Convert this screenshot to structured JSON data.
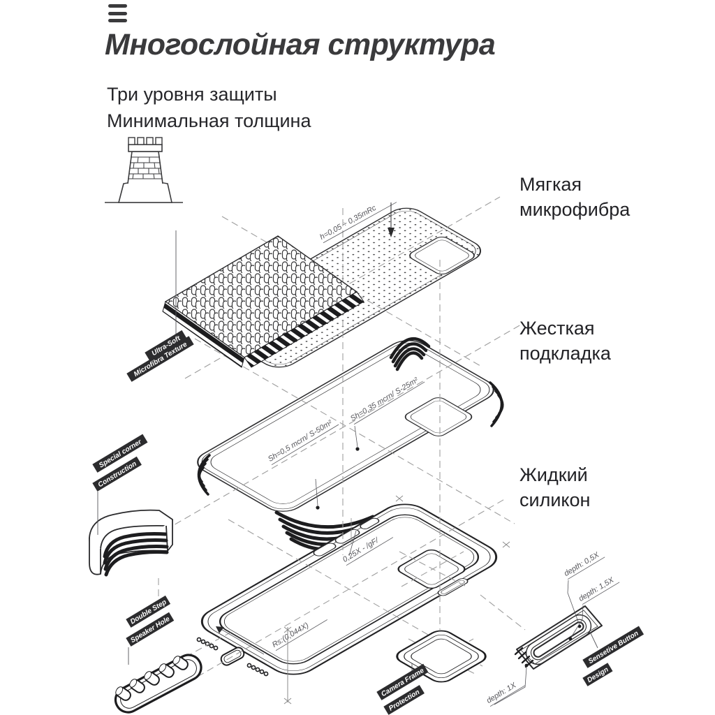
{
  "header": {
    "title": "Многослойная структура",
    "subtitle": [
      "Три уровня защиты",
      "Минимальная толщина"
    ]
  },
  "layer_labels": [
    {
      "line1": "Мягкая",
      "line2": "микрофибра"
    },
    {
      "line1": "Жесткая",
      "line2": "подкладка"
    },
    {
      "line1": "Жидкий",
      "line2": "силикон"
    }
  ],
  "tags": {
    "ultra_soft_1": "Ultra-Soft",
    "ultra_soft_2": "Microfibra Texture",
    "corner_1": "Special corner",
    "corner_2": "Construction",
    "speaker_1": "Double Step",
    "speaker_2": "Speaker Hole",
    "camera_1": "Camera Frame",
    "camera_2": "Protection",
    "button_1": "Sensetive Button",
    "button_2": "Design"
  },
  "annotations": {
    "fiber_height": "h=0,05 ÷ 0,35mRc",
    "tray_rough_1": "Sh=0,35 mcrn/ S-25m²",
    "tray_rough_2": "Sh=0,5 mcrn/ S-50m²",
    "case_flex": "0,25X - /gF/",
    "case_radius": "Rs:(0,044X)",
    "depth_05": "depth: 0,5X",
    "depth_15": "depth: 1,5X",
    "depth_1": "depth: 1X"
  },
  "icons": {
    "menu": "hamburger-menu-icon",
    "fortress": "fortress-tower-icon"
  },
  "colors": {
    "ink": "#2e2e30",
    "tag_bg": "#2c2c2e",
    "dash": "#9e9e9e",
    "annotation": "#55555a"
  }
}
